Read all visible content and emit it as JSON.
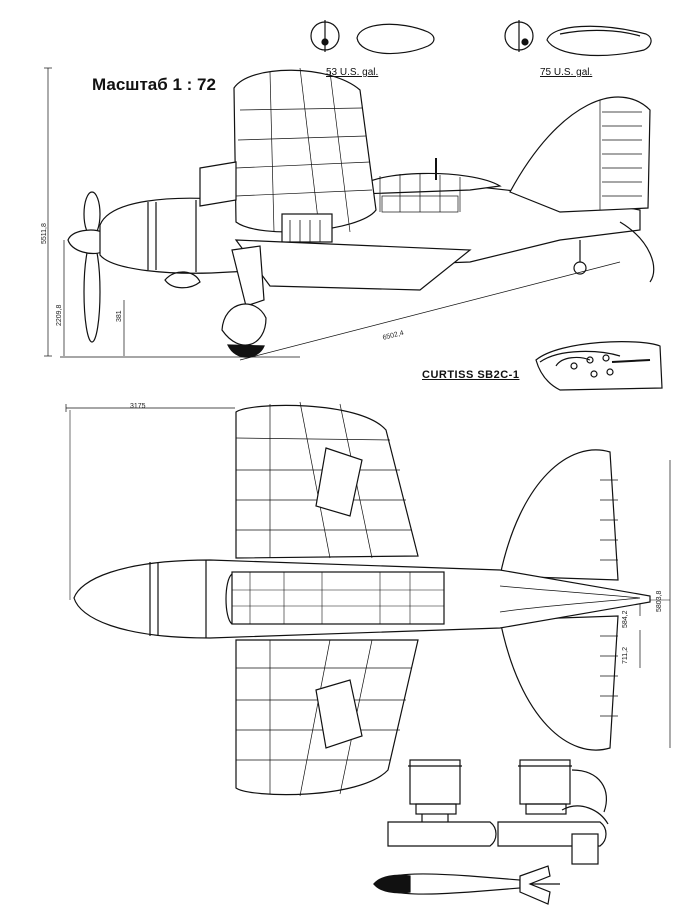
{
  "labels": {
    "scale": "Масштаб 1 : 72",
    "tank_small": "53 U.S. gal.",
    "tank_large": "75 U.S. gal.",
    "model": "CURTISS SB2C-1"
  },
  "dimensions": {
    "height_total": "5511,8",
    "height_prop": "2209,8",
    "wheel_height": "381",
    "length": "6502,4",
    "nose_offset": "3175",
    "tail_span": "5803,8",
    "tail_a": "584,2",
    "tail_b": "711,2"
  },
  "colors": {
    "ink": "#111111",
    "paper": "#ffffff"
  }
}
